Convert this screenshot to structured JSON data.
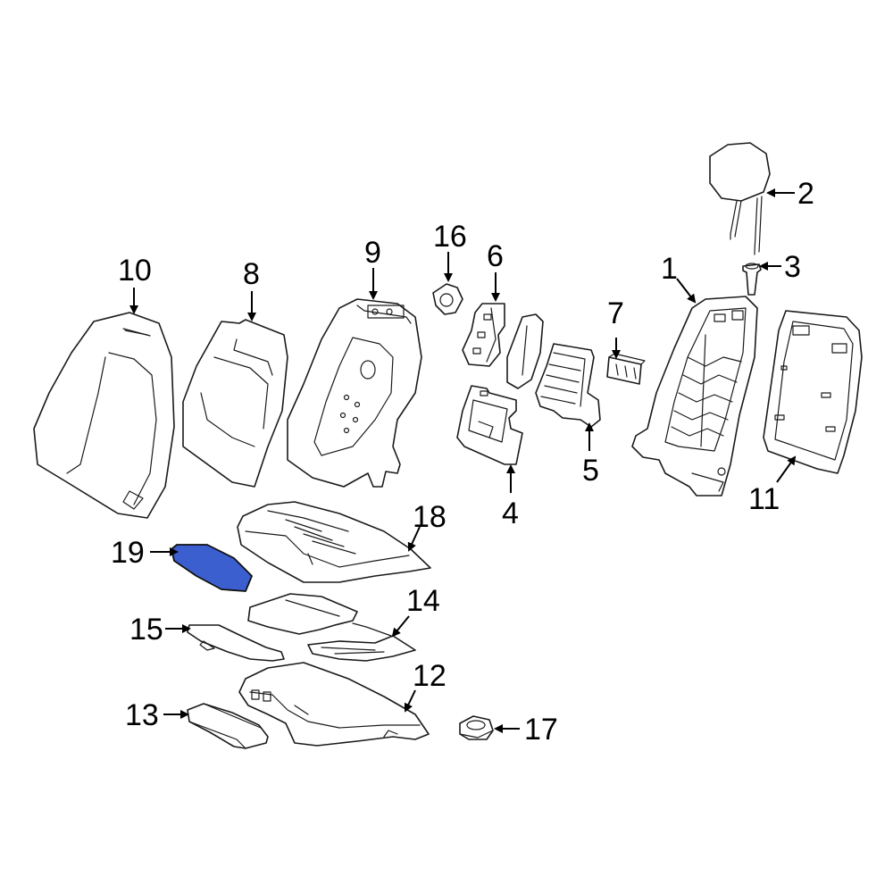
{
  "callouts": [
    {
      "number": "1"
    },
    {
      "number": "2"
    },
    {
      "number": "3"
    },
    {
      "number": "4"
    },
    {
      "number": "5"
    },
    {
      "number": "6"
    },
    {
      "number": "7"
    },
    {
      "number": "8"
    },
    {
      "number": "9"
    },
    {
      "number": "10"
    },
    {
      "number": "11"
    },
    {
      "number": "12"
    },
    {
      "number": "13"
    },
    {
      "number": "14"
    },
    {
      "number": "15"
    },
    {
      "number": "16"
    },
    {
      "number": "17"
    },
    {
      "number": "18"
    },
    {
      "number": "19"
    }
  ],
  "highlight": {
    "part": "19",
    "color": "#3c5fcf"
  },
  "colors": {
    "line": "#1a1a1a",
    "background": "#ffffff"
  }
}
